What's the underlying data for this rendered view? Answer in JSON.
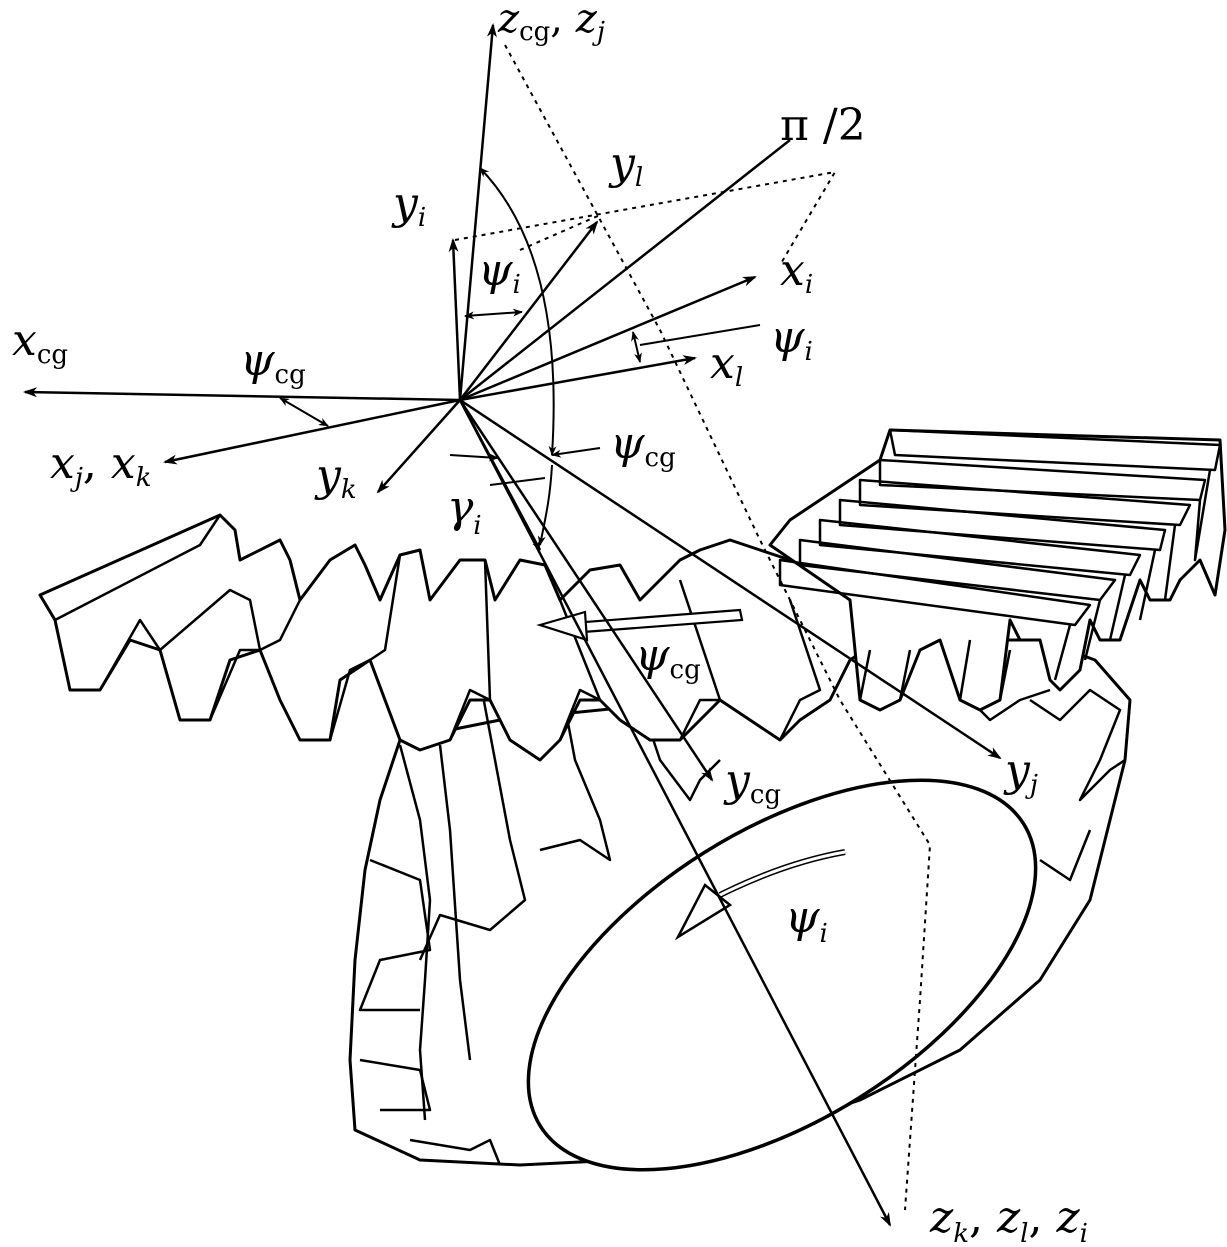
{
  "labels": {
    "z_cg": {
      "main": "z",
      "sub": "cg"
    },
    "z_j": {
      "main": "z",
      "sub": "j"
    },
    "pi_half": {
      "text": "π /2"
    },
    "y_l": {
      "main": "y",
      "sub": "l"
    },
    "y_i": {
      "main": "y",
      "sub": "i"
    },
    "psi_i_top": {
      "main": "ψ",
      "sub": "i"
    },
    "x_i": {
      "main": "x",
      "sub": "i"
    },
    "psi_i_right": {
      "main": "ψ",
      "sub": "i"
    },
    "x_l": {
      "main": "x",
      "sub": "l"
    },
    "x_cg": {
      "main": "x",
      "sub": "cg"
    },
    "psi_cg_left": {
      "main": "ψ",
      "sub": "cg"
    },
    "x_j": {
      "main": "x",
      "sub": "j"
    },
    "x_k": {
      "main": "x",
      "sub": "k"
    },
    "psi_cg_mid": {
      "main": "ψ",
      "sub": "cg"
    },
    "y_k": {
      "main": "y",
      "sub": "k"
    },
    "gamma_i": {
      "main": "γ",
      "sub": "i"
    },
    "psi_cg_gear": {
      "main": "ψ",
      "sub": "cg"
    },
    "y_cg": {
      "main": "y",
      "sub": "cg"
    },
    "y_j": {
      "main": "y",
      "sub": "j"
    },
    "psi_i_face": {
      "main": "ψ",
      "sub": "i"
    },
    "z_k": {
      "main": "z",
      "sub": "k"
    },
    "z_l": {
      "main": "z",
      "sub": "l"
    },
    "z_i": {
      "main": "z",
      "sub": "i"
    }
  },
  "separators": {
    "comma": ", "
  }
}
